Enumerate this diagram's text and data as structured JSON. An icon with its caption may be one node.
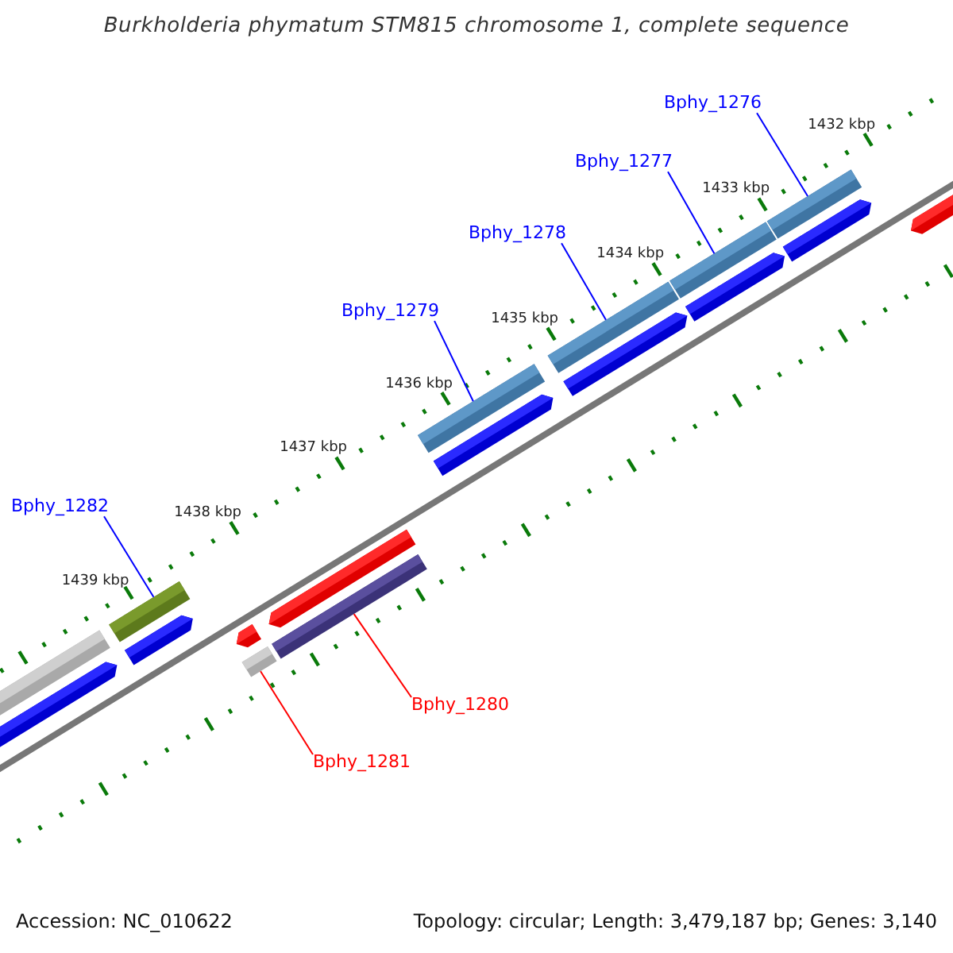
{
  "diagram": {
    "title": "Burkholderia phymatum STM815 chromosome 1, complete sequence",
    "nodes": [
      {
        "text": [
          "Bphy_1276"
        ]
      },
      {
        "text": [],
        "shape": "bar"
      },
      {
        "text": [
          "Bphy_1277"
        ]
      },
      {
        "text": [],
        "shape": "bar"
      },
      {
        "text": [
          "Bphy_1278"
        ]
      },
      {
        "text": [],
        "shape": "bar"
      },
      {
        "text": [
          "Bphy_1279"
        ]
      },
      {
        "text": [],
        "shape": "bar"
      },
      {
        "text": [
          "Bphy_1282"
        ]
      },
      {
        "text": [],
        "shape": "bar"
      },
      {
        "text": [],
        "shape": "bar"
      },
      {
        "text": [],
        "shape": "bar"
      },
      {
        "text": [
          "Bphy_1280"
        ]
      },
      {
        "text": [
          "Bphy_1281"
        ]
      }
    ],
    "edges": [
      {
        "from": 0,
        "to": 1,
        "arrow": "none"
      },
      {
        "from": 2,
        "to": 3,
        "arrow": "none"
      },
      {
        "from": 4,
        "to": 5,
        "arrow": "none"
      },
      {
        "from": 6,
        "to": 7,
        "arrow": "none"
      },
      {
        "from": 8,
        "to": 9,
        "arrow": "none"
      },
      {
        "from": 12,
        "to": 11,
        "arrow": "none",
        "color": "#ff0000"
      },
      {
        "from": 13,
        "to": 10,
        "arrow": "none",
        "color": "#ff0000"
      }
    ],
    "labels": [
      "1432 kbp",
      "1433 kbp",
      "1434 kbp",
      "1435 kbp",
      "1436 kbp",
      "1437 kbp",
      "1438 kbp",
      "1439 kbp",
      "Accession: NC_010622",
      "Topology: circular; Length: 3,479,187 bp; Genes: 3,140"
    ]
  }
}
